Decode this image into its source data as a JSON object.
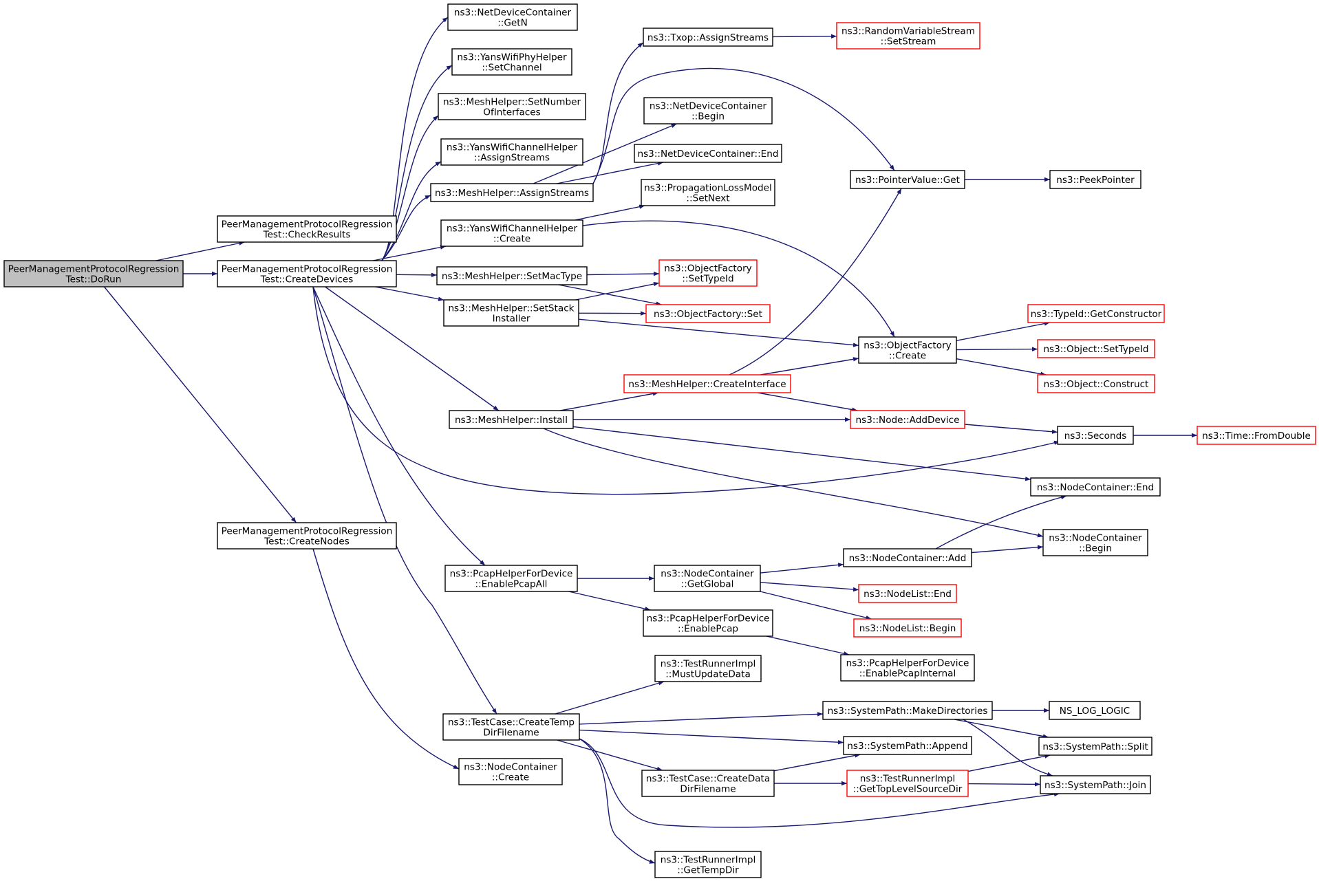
{
  "colors": {
    "edge": "#191970",
    "node_border": "#000000",
    "node_border_truncated": "#ff0000",
    "node_fill": "#ffffff",
    "root_fill": "#bfbfbf",
    "text": "#000000"
  },
  "nodes": [
    {
      "id": "n_dorun",
      "lines": [
        "PeerManagementProtocolRegression",
        "Test::DoRun"
      ],
      "root": true
    },
    {
      "id": "n_checkresults",
      "lines": [
        "PeerManagementProtocolRegression",
        "Test::CheckResults"
      ]
    },
    {
      "id": "n_createdevices",
      "lines": [
        "PeerManagementProtocolRegression",
        "Test::CreateDevices"
      ]
    },
    {
      "id": "n_createnodes",
      "lines": [
        "PeerManagementProtocolRegression",
        "Test::CreateNodes"
      ]
    },
    {
      "id": "n_ndc_getn",
      "lines": [
        "ns3::NetDeviceContainer",
        "::GetN"
      ]
    },
    {
      "id": "n_yanswifiphy_setchannel",
      "lines": [
        "ns3::YansWifiPhyHelper",
        "::SetChannel"
      ]
    },
    {
      "id": "n_mesh_setnumif",
      "lines": [
        "ns3::MeshHelper::SetNumber",
        "OfInterfaces"
      ]
    },
    {
      "id": "n_yanschan_assignstreams",
      "lines": [
        "ns3::YansWifiChannelHelper",
        "::AssignStreams"
      ]
    },
    {
      "id": "n_mesh_assignstreams",
      "lines": [
        "ns3::MeshHelper::AssignStreams"
      ]
    },
    {
      "id": "n_yanschan_create",
      "lines": [
        "ns3::YansWifiChannelHelper",
        "::Create"
      ]
    },
    {
      "id": "n_mesh_setmactype",
      "lines": [
        "ns3::MeshHelper::SetMacType"
      ]
    },
    {
      "id": "n_mesh_setstack",
      "lines": [
        "ns3::MeshHelper::SetStack",
        "Installer"
      ]
    },
    {
      "id": "n_mesh_install",
      "lines": [
        "ns3::MeshHelper::Install"
      ]
    },
    {
      "id": "n_pcap_enableall",
      "lines": [
        "ns3::PcapHelperForDevice",
        "::EnablePcapAll"
      ]
    },
    {
      "id": "n_tc_createtemp",
      "lines": [
        "ns3::TestCase::CreateTemp",
        "DirFilename"
      ]
    },
    {
      "id": "n_nc_create",
      "lines": [
        "ns3::NodeContainer",
        "::Create"
      ]
    },
    {
      "id": "n_txop_assign",
      "lines": [
        "ns3::Txop::AssignStreams"
      ]
    },
    {
      "id": "n_rvs_setstream",
      "lines": [
        "ns3::RandomVariableStream",
        "::SetStream"
      ],
      "truncated": true
    },
    {
      "id": "n_ndc_begin",
      "lines": [
        "ns3::NetDeviceContainer",
        "::Begin"
      ]
    },
    {
      "id": "n_ndc_end",
      "lines": [
        "ns3::NetDeviceContainer::End"
      ]
    },
    {
      "id": "n_plm_setnext",
      "lines": [
        "ns3::PropagationLossModel",
        "::SetNext"
      ]
    },
    {
      "id": "n_pv_get",
      "lines": [
        "ns3::PointerValue::Get"
      ]
    },
    {
      "id": "n_peekpointer",
      "lines": [
        "ns3::PeekPointer"
      ]
    },
    {
      "id": "n_of_settypeid",
      "lines": [
        "ns3::ObjectFactory",
        "::SetTypeId"
      ],
      "truncated": true
    },
    {
      "id": "n_of_set",
      "lines": [
        "ns3::ObjectFactory::Set"
      ],
      "truncated": true
    },
    {
      "id": "n_of_create",
      "lines": [
        "ns3::ObjectFactory",
        "::Create"
      ]
    },
    {
      "id": "n_typeid_getctor",
      "lines": [
        "ns3::TypeId::GetConstructor"
      ],
      "truncated": true
    },
    {
      "id": "n_obj_settypeid",
      "lines": [
        "ns3::Object::SetTypeId"
      ],
      "truncated": true
    },
    {
      "id": "n_obj_construct",
      "lines": [
        "ns3::Object::Construct"
      ],
      "truncated": true
    },
    {
      "id": "n_mesh_createif",
      "lines": [
        "ns3::MeshHelper::CreateInterface"
      ],
      "truncated": true
    },
    {
      "id": "n_node_adddevice",
      "lines": [
        "ns3::Node::AddDevice"
      ],
      "truncated": true
    },
    {
      "id": "n_seconds",
      "lines": [
        "ns3::Seconds"
      ]
    },
    {
      "id": "n_time_fromdouble",
      "lines": [
        "ns3::Time::FromDouble"
      ],
      "truncated": true
    },
    {
      "id": "n_nc_end",
      "lines": [
        "ns3::NodeContainer::End"
      ]
    },
    {
      "id": "n_nc_begin",
      "lines": [
        "ns3::NodeContainer",
        "::Begin"
      ]
    },
    {
      "id": "n_nc_add",
      "lines": [
        "ns3::NodeContainer::Add"
      ]
    },
    {
      "id": "n_nc_getglobal",
      "lines": [
        "ns3::NodeContainer",
        "::GetGlobal"
      ]
    },
    {
      "id": "n_nl_end",
      "lines": [
        "ns3::NodeList::End"
      ],
      "truncated": true
    },
    {
      "id": "n_nl_begin",
      "lines": [
        "ns3::NodeList::Begin"
      ],
      "truncated": true
    },
    {
      "id": "n_pcap_enable",
      "lines": [
        "ns3::PcapHelperForDevice",
        "::EnablePcap"
      ]
    },
    {
      "id": "n_pcap_internal",
      "lines": [
        "ns3::PcapHelperForDevice",
        "::EnablePcapInternal"
      ]
    },
    {
      "id": "n_tri_mustupdate",
      "lines": [
        "ns3::TestRunnerImpl",
        "::MustUpdateData"
      ]
    },
    {
      "id": "n_sp_makedirs",
      "lines": [
        "ns3::SystemPath::MakeDirectories"
      ]
    },
    {
      "id": "n_ns_log_logic",
      "lines": [
        "NS_LOG_LOGIC"
      ]
    },
    {
      "id": "n_sp_append",
      "lines": [
        "ns3::SystemPath::Append"
      ]
    },
    {
      "id": "n_sp_split",
      "lines": [
        "ns3::SystemPath::Split"
      ]
    },
    {
      "id": "n_tc_createdata",
      "lines": [
        "ns3::TestCase::CreateData",
        "DirFilename"
      ]
    },
    {
      "id": "n_tri_gettoplevel",
      "lines": [
        "ns3::TestRunnerImpl",
        "::GetTopLevelSourceDir"
      ],
      "truncated": true
    },
    {
      "id": "n_sp_join",
      "lines": [
        "ns3::SystemPath::Join"
      ]
    },
    {
      "id": "n_tri_gettempdir",
      "lines": [
        "ns3::TestRunnerImpl",
        "::GetTempDir"
      ]
    }
  ],
  "edges": [
    [
      "n_dorun",
      "n_checkresults"
    ],
    [
      "n_dorun",
      "n_createdevices"
    ],
    [
      "n_dorun",
      "n_createnodes"
    ],
    [
      "n_createdevices",
      "n_ndc_getn"
    ],
    [
      "n_createdevices",
      "n_yanswifiphy_setchannel"
    ],
    [
      "n_createdevices",
      "n_mesh_setnumif"
    ],
    [
      "n_createdevices",
      "n_yanschan_assignstreams"
    ],
    [
      "n_createdevices",
      "n_mesh_assignstreams"
    ],
    [
      "n_createdevices",
      "n_yanschan_create"
    ],
    [
      "n_createdevices",
      "n_mesh_setmactype"
    ],
    [
      "n_createdevices",
      "n_mesh_setstack"
    ],
    [
      "n_createdevices",
      "n_mesh_install"
    ],
    [
      "n_createdevices",
      "n_pcap_enableall"
    ],
    [
      "n_createdevices",
      "n_tc_createtemp"
    ],
    [
      "n_createdevices",
      "n_seconds"
    ],
    [
      "n_createnodes",
      "n_nc_create"
    ],
    [
      "n_mesh_assignstreams",
      "n_txop_assign"
    ],
    [
      "n_mesh_assignstreams",
      "n_ndc_begin"
    ],
    [
      "n_mesh_assignstreams",
      "n_ndc_end"
    ],
    [
      "n_mesh_assignstreams",
      "n_pv_get"
    ],
    [
      "n_txop_assign",
      "n_rvs_setstream"
    ],
    [
      "n_yanschan_create",
      "n_plm_setnext"
    ],
    [
      "n_yanschan_create",
      "n_of_create"
    ],
    [
      "n_mesh_setmactype",
      "n_of_settypeid"
    ],
    [
      "n_mesh_setmactype",
      "n_of_set"
    ],
    [
      "n_mesh_setstack",
      "n_of_settypeid"
    ],
    [
      "n_mesh_setstack",
      "n_of_set"
    ],
    [
      "n_mesh_setstack",
      "n_of_create"
    ],
    [
      "n_pv_get",
      "n_peekpointer"
    ],
    [
      "n_of_create",
      "n_typeid_getctor"
    ],
    [
      "n_of_create",
      "n_obj_settypeid"
    ],
    [
      "n_of_create",
      "n_obj_construct"
    ],
    [
      "n_mesh_install",
      "n_mesh_createif"
    ],
    [
      "n_mesh_install",
      "n_node_adddevice"
    ],
    [
      "n_mesh_install",
      "n_nc_end"
    ],
    [
      "n_mesh_install",
      "n_nc_begin"
    ],
    [
      "n_mesh_createif",
      "n_pv_get"
    ],
    [
      "n_mesh_createif",
      "n_of_create"
    ],
    [
      "n_mesh_createif",
      "n_node_adddevice"
    ],
    [
      "n_node_adddevice",
      "n_seconds"
    ],
    [
      "n_seconds",
      "n_time_fromdouble"
    ],
    [
      "n_nc_add",
      "n_nc_end"
    ],
    [
      "n_nc_add",
      "n_nc_begin"
    ],
    [
      "n_pcap_enableall",
      "n_nc_getglobal"
    ],
    [
      "n_pcap_enableall",
      "n_pcap_enable"
    ],
    [
      "n_nc_getglobal",
      "n_nc_add"
    ],
    [
      "n_nc_getglobal",
      "n_nl_end"
    ],
    [
      "n_nc_getglobal",
      "n_nl_begin"
    ],
    [
      "n_pcap_enable",
      "n_pcap_internal"
    ],
    [
      "n_tc_createtemp",
      "n_tri_mustupdate"
    ],
    [
      "n_tc_createtemp",
      "n_sp_makedirs"
    ],
    [
      "n_tc_createtemp",
      "n_sp_append"
    ],
    [
      "n_tc_createtemp",
      "n_tc_createdata"
    ],
    [
      "n_tc_createtemp",
      "n_sp_join"
    ],
    [
      "n_tc_createtemp",
      "n_tri_gettempdir"
    ],
    [
      "n_sp_makedirs",
      "n_ns_log_logic"
    ],
    [
      "n_sp_makedirs",
      "n_sp_split"
    ],
    [
      "n_sp_makedirs",
      "n_sp_join"
    ],
    [
      "n_tc_createdata",
      "n_sp_append"
    ],
    [
      "n_tc_createdata",
      "n_tri_gettoplevel"
    ],
    [
      "n_tri_gettoplevel",
      "n_sp_split"
    ],
    [
      "n_tri_gettoplevel",
      "n_sp_join"
    ]
  ]
}
